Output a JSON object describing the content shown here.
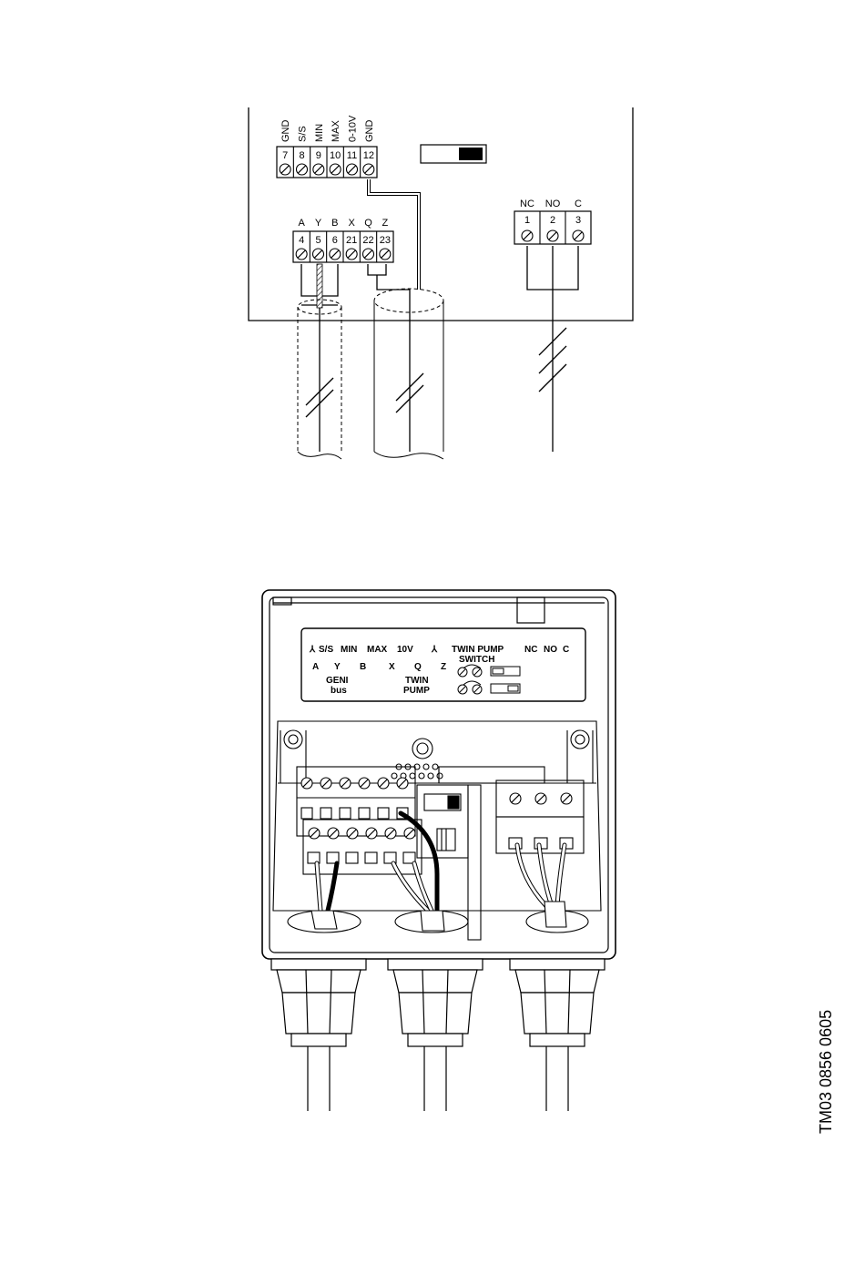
{
  "schematic": {
    "top_terminals": [
      {
        "num": "7",
        "label": "GND"
      },
      {
        "num": "8",
        "label": "S/S"
      },
      {
        "num": "9",
        "label": "MIN"
      },
      {
        "num": "10",
        "label": "MAX"
      },
      {
        "num": "11",
        "label": "0-10V"
      },
      {
        "num": "12",
        "label": "GND"
      }
    ],
    "bus_terminals": [
      {
        "num": "4",
        "label": "A"
      },
      {
        "num": "5",
        "label": "Y"
      },
      {
        "num": "6",
        "label": "B"
      },
      {
        "num": "21",
        "label": "X"
      },
      {
        "num": "22",
        "label": "Q"
      },
      {
        "num": "23",
        "label": "Z"
      }
    ],
    "relay_terminals": [
      {
        "num": "1",
        "label": "NC"
      },
      {
        "num": "2",
        "label": "NO"
      },
      {
        "num": "3",
        "label": "C"
      }
    ]
  },
  "panel_label": {
    "row1": [
      "S/S",
      "MIN",
      "MAX",
      "10V",
      "TWIN PUMP",
      "NC",
      "NO",
      "C"
    ],
    "switch": "SWITCH",
    "row2": [
      "A",
      "Y",
      "B",
      "X",
      "Q",
      "Z"
    ],
    "geni": [
      "GENI",
      "bus"
    ],
    "twin": [
      "TWIN",
      "PUMP"
    ]
  },
  "reference": "TM03 0856 0605"
}
